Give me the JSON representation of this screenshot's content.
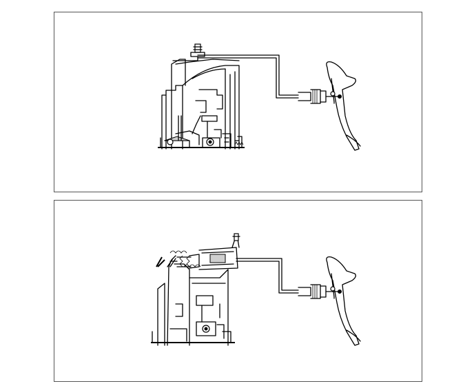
{
  "figures": [
    {
      "id": "clutch-system-concentric-slave",
      "components": [
        "transmission-housing",
        "hydraulic-line",
        "clutch-master-cylinder",
        "clutch-pedal"
      ]
    },
    {
      "id": "clutch-system-external-slave",
      "components": [
        "transmission-housing",
        "release-cylinder",
        "hydraulic-line",
        "clutch-master-cylinder",
        "clutch-pedal"
      ]
    }
  ],
  "colors": {
    "line": "#000000",
    "frame": "#555555",
    "background": "#ffffff"
  }
}
